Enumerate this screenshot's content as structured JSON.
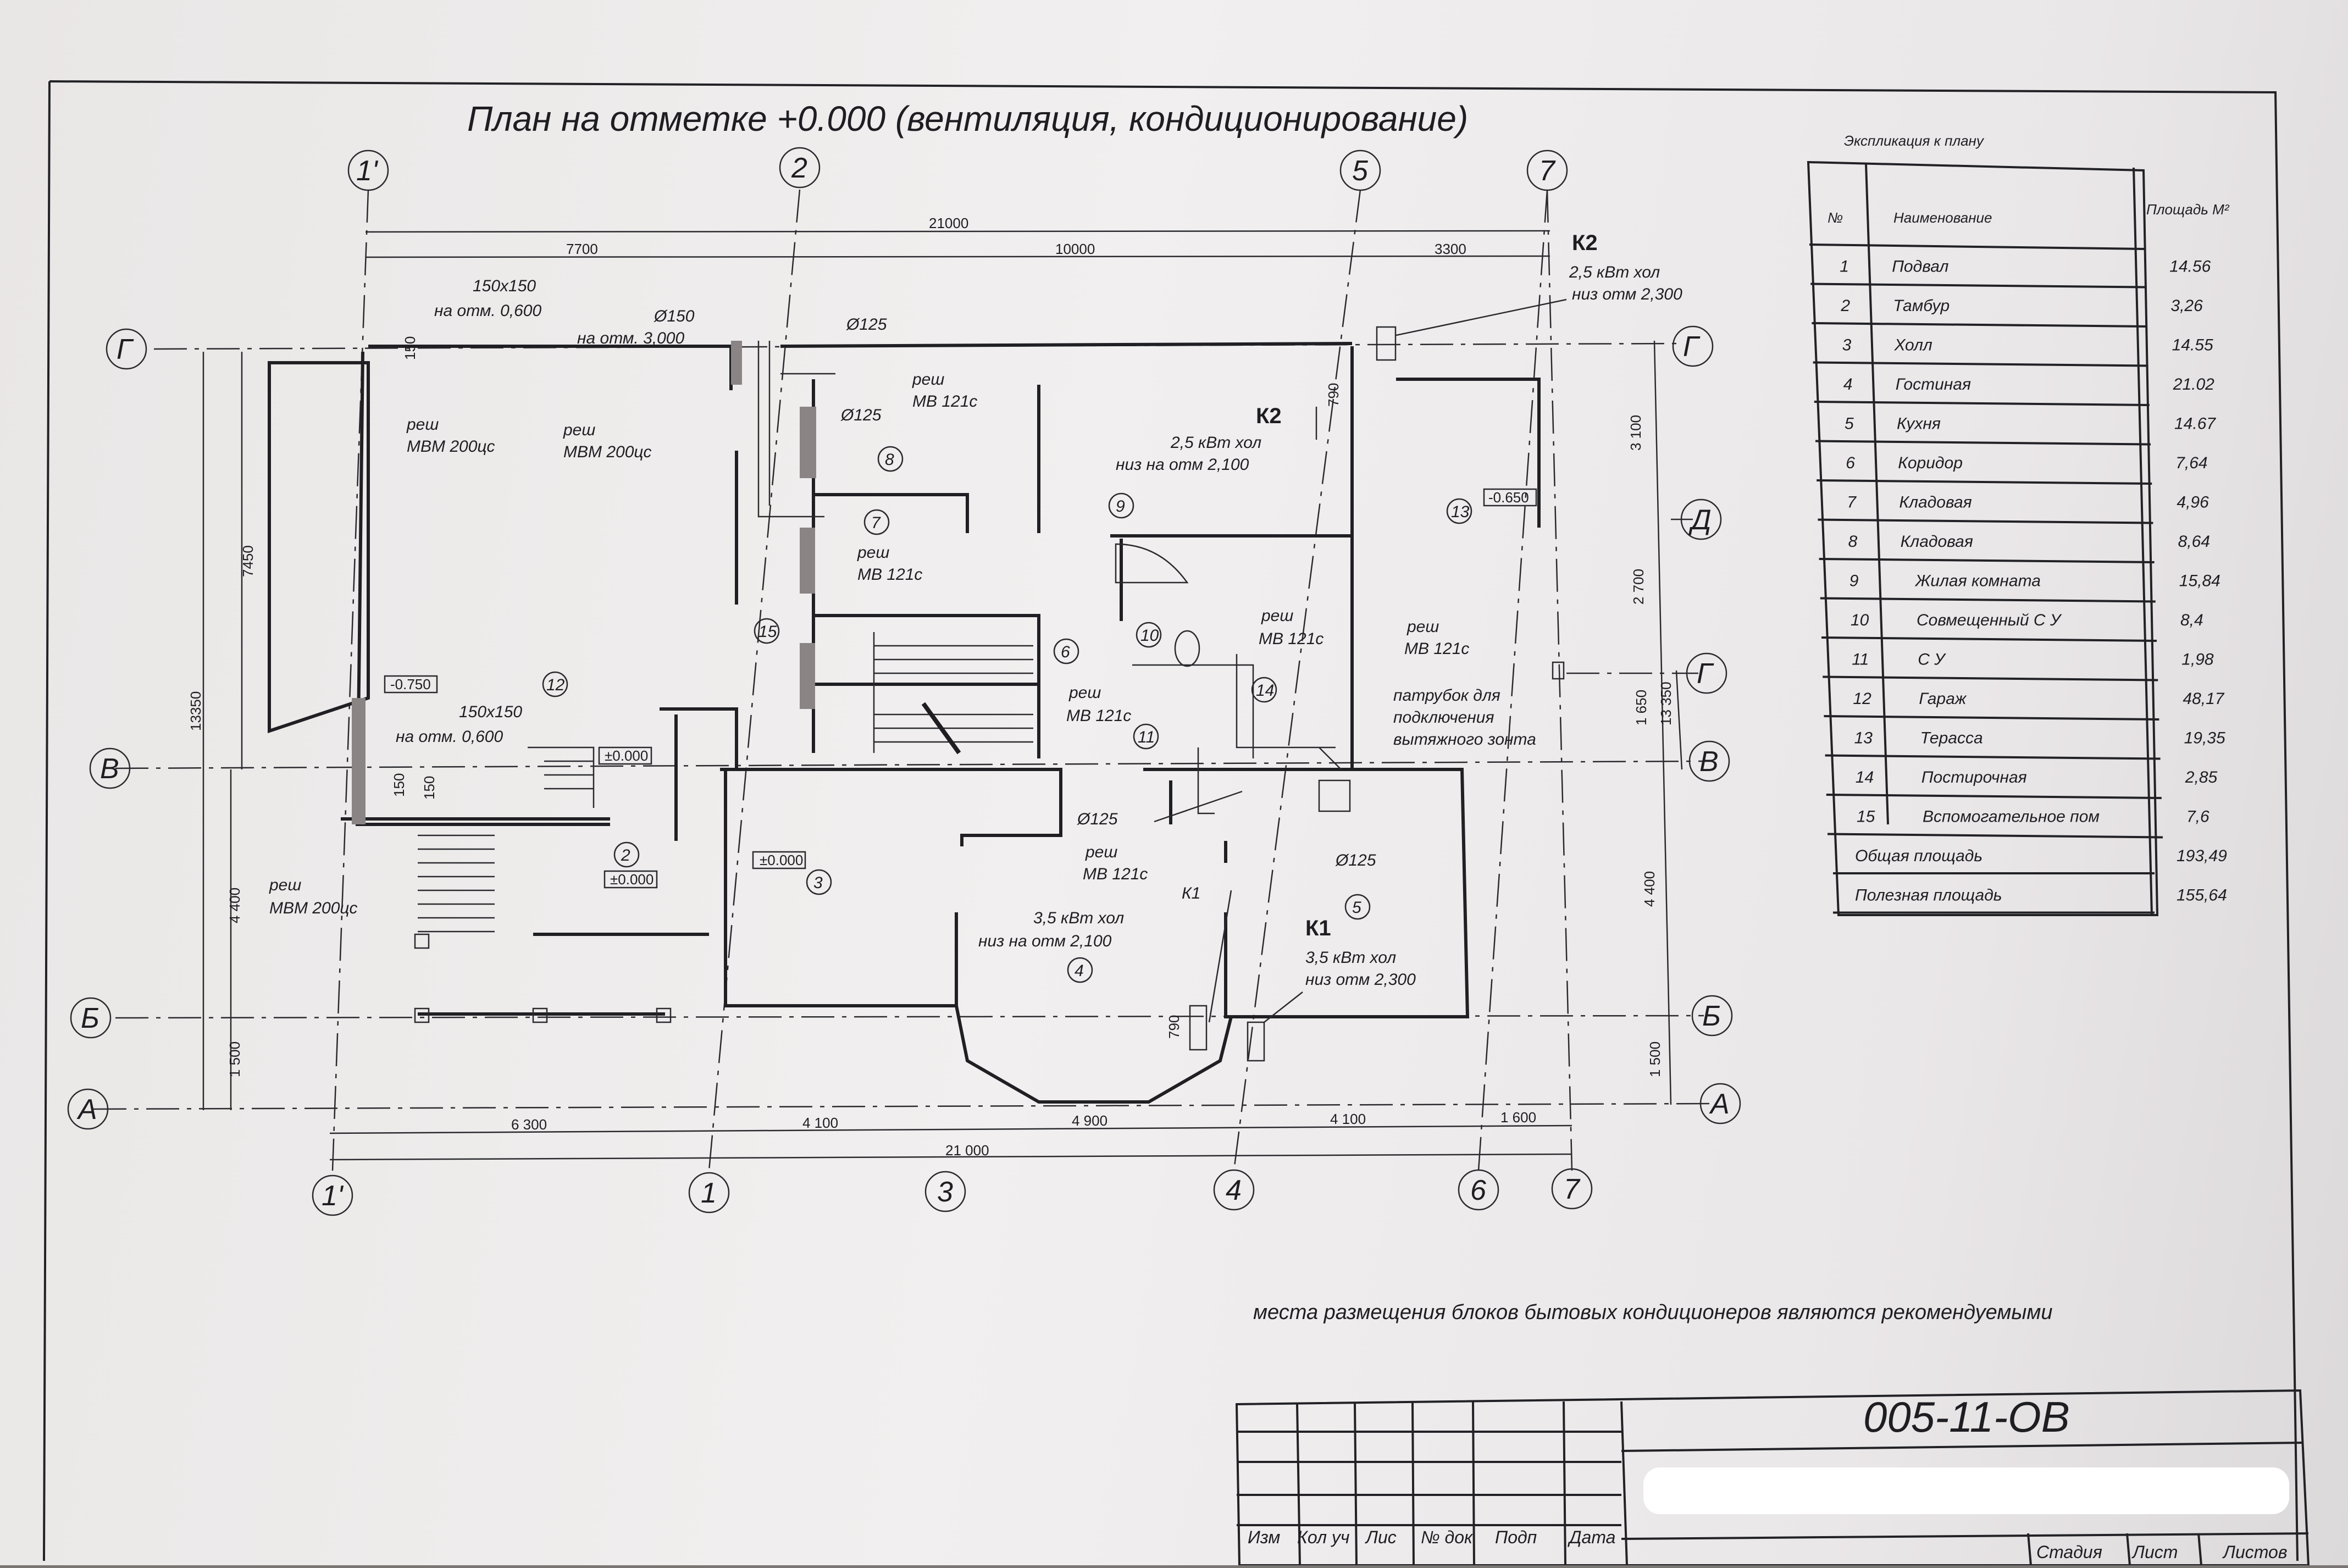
{
  "title": "План на отметке +0.000 (вентиляция, кондиционирование)",
  "axes": {
    "top": [
      "1'",
      "2",
      "5",
      "7"
    ],
    "bottom": [
      "1'",
      "1",
      "3",
      "4",
      "6",
      "7"
    ],
    "left": [
      "Г",
      "В",
      "Б",
      "А"
    ],
    "right": [
      "Г",
      "Д",
      "Г",
      "В",
      "Б",
      "А"
    ]
  },
  "dims": {
    "top_total": "21000",
    "top": [
      "7700",
      "10000",
      "3300"
    ],
    "bottom": [
      "6 300",
      "4 100",
      "4 900",
      "4 100",
      "1 600"
    ],
    "bottom_total": "21 000",
    "left": [
      "13350",
      "7450",
      "4 400",
      "1 500"
    ],
    "right": [
      "3 100",
      "2 700",
      "1 650",
      "13 350",
      "4 400",
      "1 500"
    ]
  },
  "rooms": {
    "r2": "2",
    "r3": "3",
    "r4": "4",
    "r5": "5",
    "r6": "6",
    "r7": "7",
    "r8": "8",
    "r9": "9",
    "r10": "10",
    "r11": "11",
    "r12": "12",
    "r13": "13",
    "r14": "14",
    "r15": "15"
  },
  "levels": {
    "l1": "-0.750",
    "l2": "±0.000",
    "l3": "±0.000",
    "l4": "±0.000",
    "l5": "-0.650"
  },
  "notes": {
    "a1": "150х150",
    "a2": "на отм. 0,600",
    "a3": "Ø150",
    "a4": "на отм. 3,000",
    "a5": "Ø125",
    "a6": "реш",
    "a7": "МВМ 200цс",
    "a8": "реш",
    "a9": "МВМ 200цс",
    "a10": "реш",
    "a11": "МВ 121с",
    "a12": "Ø125",
    "a13": "реш",
    "a14": "МВ 121с",
    "k2_top": "К2",
    "k2_top_a": "2,5 кВт хол",
    "k2_top_b": "низ отм 2,300",
    "k2_mid": "К2",
    "k2_mid_a": "2,5 кВт хол",
    "k2_mid_b": "низ на отм 2,100",
    "a15": "реш",
    "a16": "МВ 121с",
    "a17": "реш",
    "a18": "МВ 121с",
    "a19": "патрубок для",
    "a20": "подключения",
    "a21": "вытяжного зонта",
    "a22": "реш",
    "a23": "МВ 121с",
    "a24": "Ø125",
    "a25": "реш",
    "a26": "МВ 121с",
    "a27": "Ø125",
    "k1_a_label": "К1",
    "k1_a1": "3,5 кВт хол",
    "k1_a2": "низ на отм 2,100",
    "k1_b_label": "К1",
    "k1_b1": "3,5 кВт хол",
    "k1_b2": "низ отм 2,300",
    "a28": "150х150",
    "a29": "на отм. 0,600",
    "a30": "реш",
    "a31": "МВМ 200цс",
    "d150a": "150",
    "d150b": "150",
    "d150c": "150",
    "d790a": "790",
    "d790b": "790"
  },
  "table": {
    "caption": "Экспликация к плану",
    "header": [
      "№",
      "Наименование",
      "Площадь М²"
    ],
    "rows": [
      {
        "n": "1",
        "name": "Подвал",
        "area": "14.56"
      },
      {
        "n": "2",
        "name": "Тамбур",
        "area": "3,26"
      },
      {
        "n": "3",
        "name": "Холл",
        "area": "14.55"
      },
      {
        "n": "4",
        "name": "Гостиная",
        "area": "21.02"
      },
      {
        "n": "5",
        "name": "Кухня",
        "area": "14.67"
      },
      {
        "n": "6",
        "name": "Коридор",
        "area": "7,64"
      },
      {
        "n": "7",
        "name": "Кладовая",
        "area": "4,96"
      },
      {
        "n": "8",
        "name": "Кладовая",
        "area": "8,64"
      },
      {
        "n": "9",
        "name": "Жилая комната",
        "area": "15,84"
      },
      {
        "n": "10",
        "name": "Совмещенный С У",
        "area": "8,4"
      },
      {
        "n": "11",
        "name": "С У",
        "area": "1,98"
      },
      {
        "n": "12",
        "name": "Гараж",
        "area": "48,17"
      },
      {
        "n": "13",
        "name": "Терасса",
        "area": "19,35"
      },
      {
        "n": "14",
        "name": "Постирочная",
        "area": "2,85"
      },
      {
        "n": "15",
        "name": "Вспомогательное пом",
        "area": "7,6"
      }
    ],
    "totals": [
      {
        "name": "Общая площадь",
        "area": "193,49"
      },
      {
        "name": "Полезная площадь",
        "area": "155,64"
      }
    ]
  },
  "footnote": "места размещения блоков бытовых кондиционеров являются рекомендуемыми",
  "titleblock": {
    "code": "005-11-ОВ",
    "labels": [
      "Изм",
      "Кол уч",
      "Лис",
      "№ док",
      "Подп",
      "Дата",
      "Стадия",
      "Лист",
      "Листов"
    ]
  }
}
